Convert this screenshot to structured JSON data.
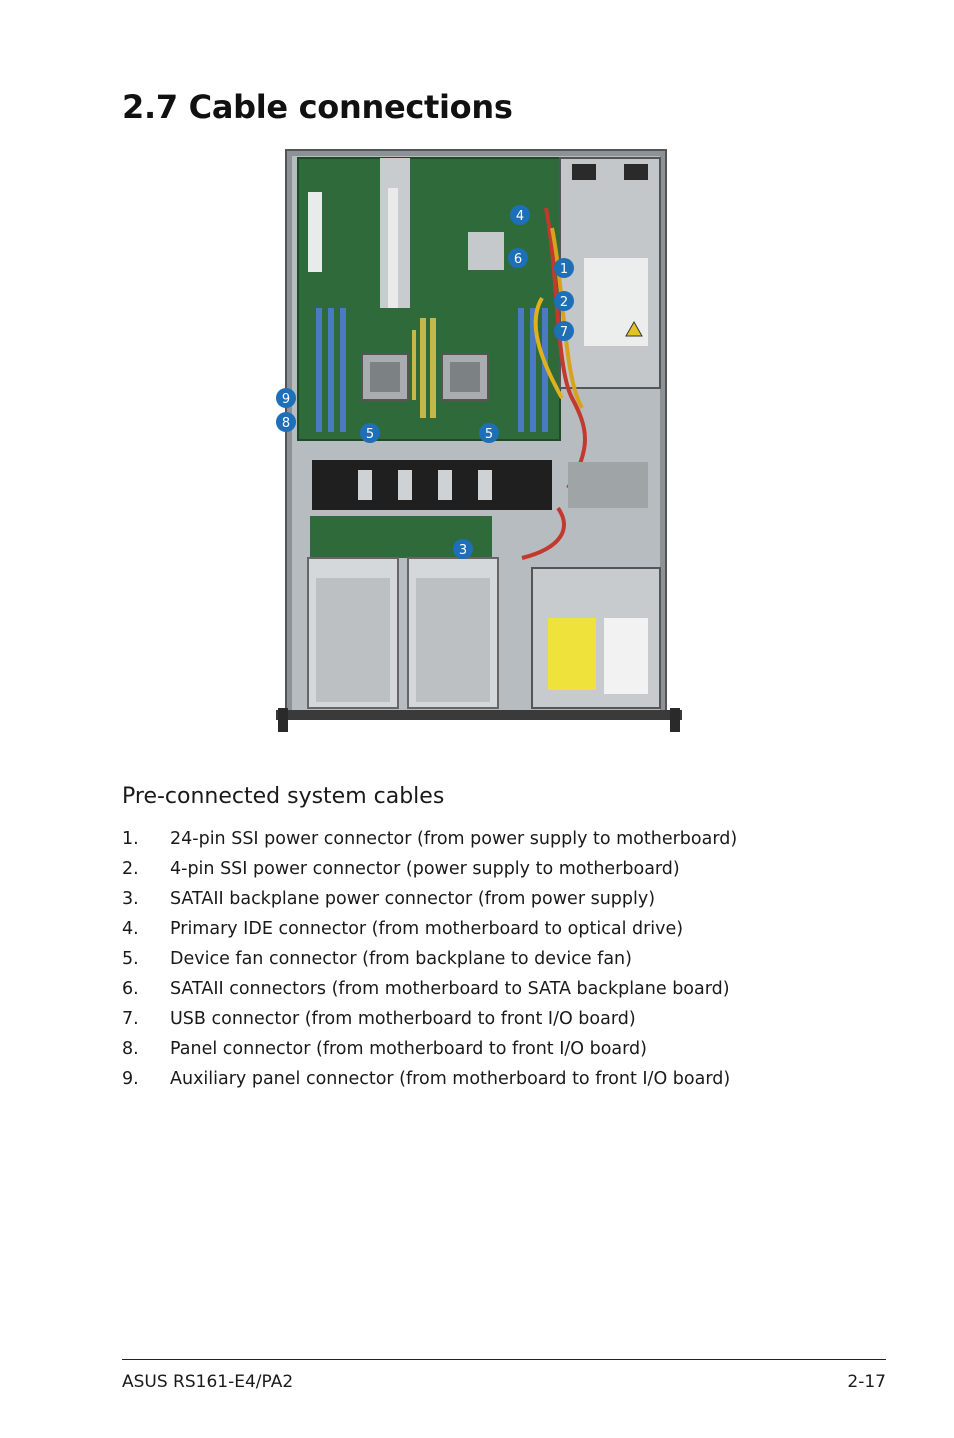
{
  "page": {
    "title": "2.7 Cable connections",
    "subheading": "Pre-connected system cables"
  },
  "figure": {
    "markers": [
      "4",
      "6",
      "1",
      "2",
      "7",
      "9",
      "8",
      "5",
      "5",
      "3"
    ]
  },
  "cables": [
    {
      "num": "1.",
      "text": "24-pin SSI power connector (from power supply to motherboard)"
    },
    {
      "num": "2.",
      "text": "4-pin SSI power connector (power supply to motherboard)"
    },
    {
      "num": "3.",
      "text": "SATAII backplane power connector (from power supply)"
    },
    {
      "num": "4.",
      "text": "Primary IDE connector (from motherboard to optical drive)"
    },
    {
      "num": "5.",
      "text": "Device fan connector (from backplane to device fan)"
    },
    {
      "num": "6.",
      "text": "SATAII connectors (from motherboard to SATA backplane board)"
    },
    {
      "num": "7.",
      "text": "USB connector (from motherboard to front I/O board)"
    },
    {
      "num": "8.",
      "text": "Panel connector (from motherboard to front I/O board)"
    },
    {
      "num": "9.",
      "text": "Auxiliary panel connector (from motherboard to front I/O board)"
    }
  ],
  "footer": {
    "left": "ASUS RS161-E4/PA2",
    "right": "2-17"
  },
  "colors": {
    "marker": "#1d6fb8",
    "board": "#2f6b3a",
    "chassis": "#9aa0a4"
  }
}
